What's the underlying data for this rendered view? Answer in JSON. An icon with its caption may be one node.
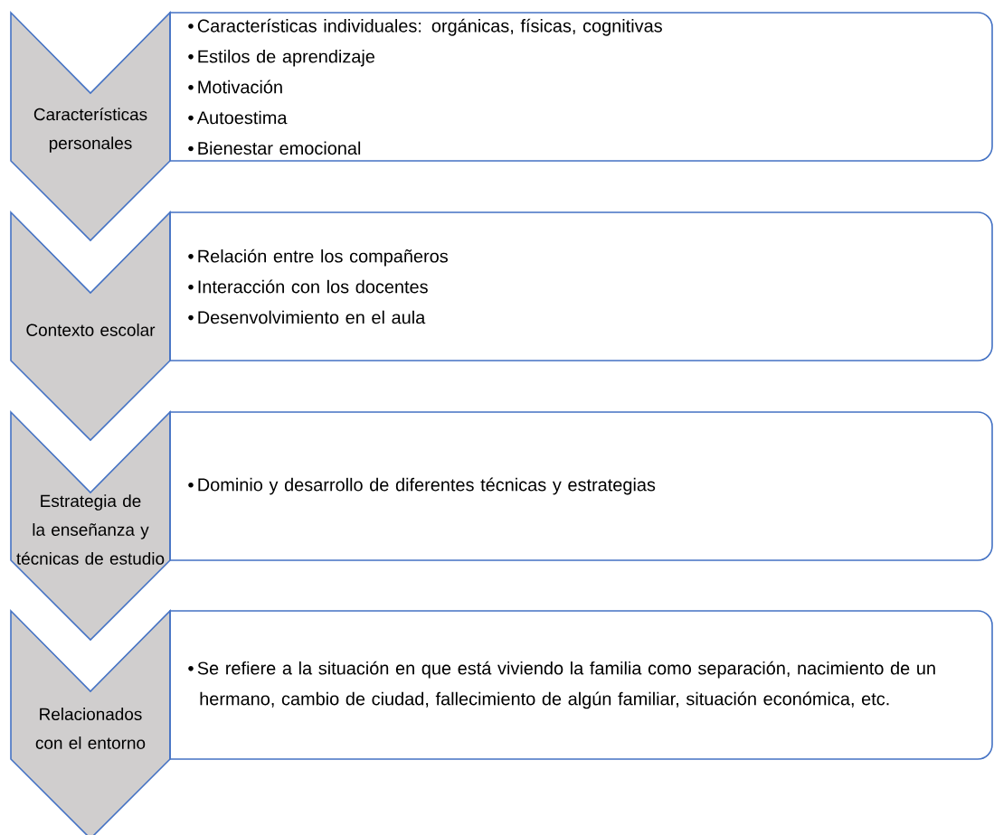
{
  "diagram": {
    "nodes": [
      {
        "text": [
          "Características personales"
        ]
      },
      {
        "text": [
          "Características individuales: orgánicas, físicas, cognitivas",
          "Estilos de aprendizaje",
          "Motivación",
          "Autoestima",
          "Bienestar emocional"
        ]
      },
      {
        "text": [
          "Contexto escolar"
        ]
      },
      {
        "text": [
          "Relación entre los compañeros",
          "Interacción con los docentes",
          "Desenvolvimiento en  el aula"
        ]
      },
      {
        "text": [
          "Estrategia de la enseñanza y técnicas de estudio"
        ]
      },
      {
        "text": [
          "Dominio y desarrollo de diferentes técnicas y estrategias"
        ]
      },
      {
        "text": [
          "Relacionados con el entorno"
        ]
      },
      {
        "text": [
          "Se refiere a la situación en que está viviendo la familia como separación, nacimiento de un hermano, cambio de ciudad, fallecimiento de algún familiar, situación económica, etc."
        ]
      }
    ]
  }
}
